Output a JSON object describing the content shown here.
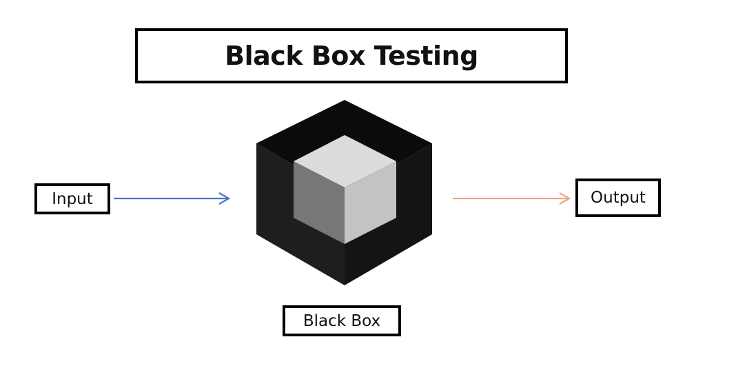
{
  "title": "Black Box Testing",
  "input_label": "Input",
  "output_label": "Output",
  "box_label": "Black Box",
  "colors": {
    "input_arrow": "#4a72c2",
    "output_arrow": "#f2a57d",
    "outer_cube_top": "#0b0b0b",
    "outer_cube_left": "#1e1e1e",
    "outer_cube_right": "#141414",
    "inner_cube_top": "#dcdcdc",
    "inner_cube_left": "#777777",
    "inner_cube_right": "#c3c3c3"
  },
  "icons": {
    "cube": "isometric-cube-icon"
  }
}
